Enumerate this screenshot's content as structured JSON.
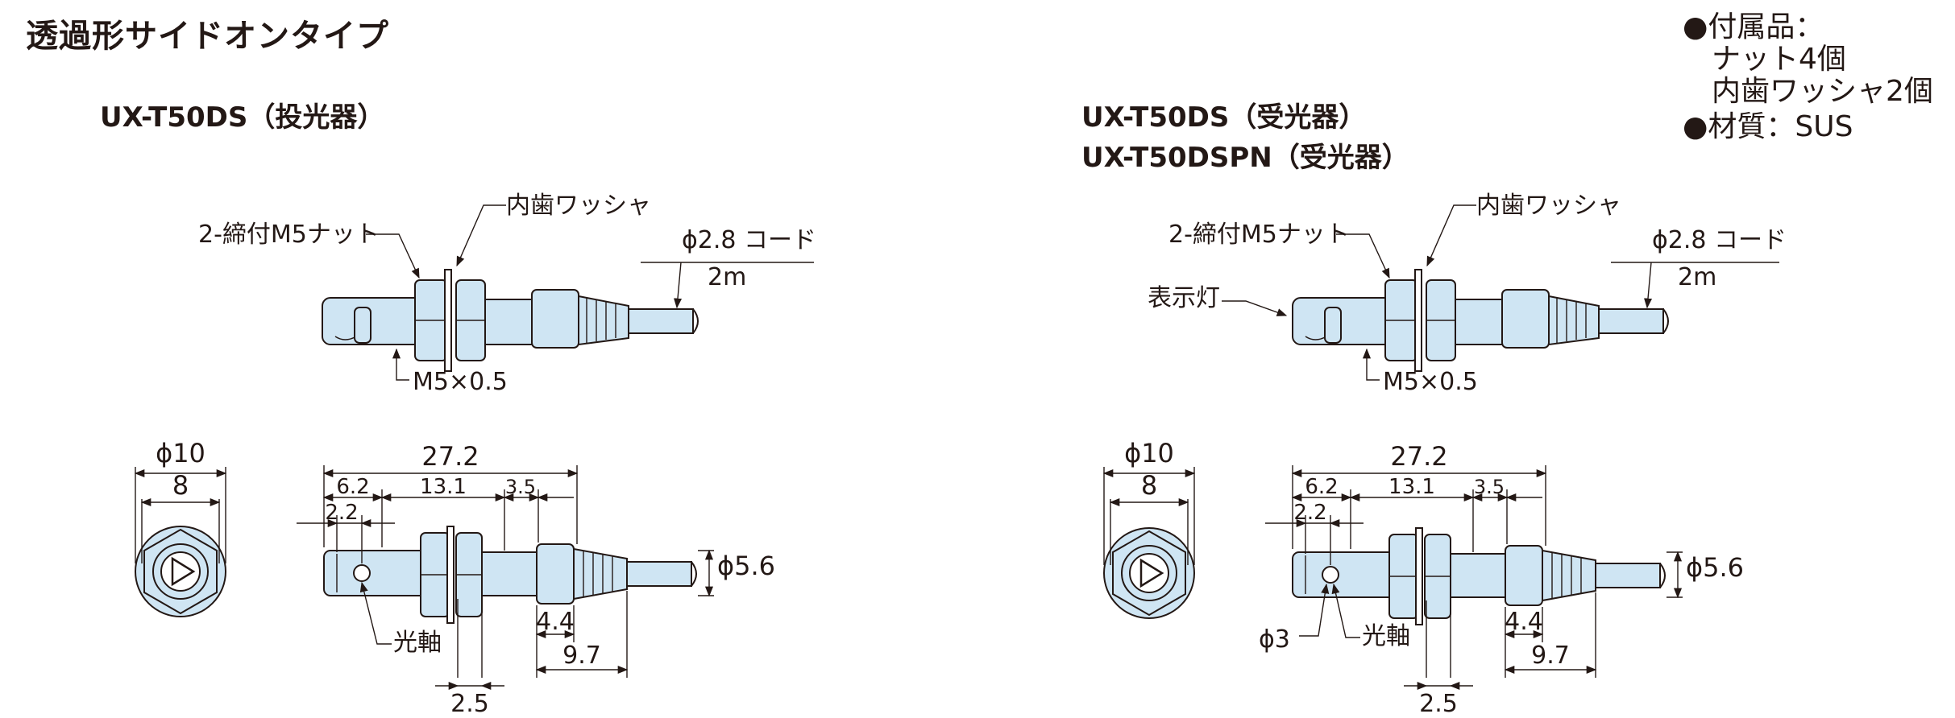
{
  "title": "透過形サイドオンタイプ",
  "accessories": {
    "line1": "●付属品：",
    "line2": "ナット4個",
    "line3": "内歯ワッシャ2個",
    "line4": "●材質：SUS"
  },
  "left": {
    "heading": "UX-T50DS（投光器）",
    "labels": {
      "nut": "2-締付M5ナット",
      "washer": "内歯ワッシャ",
      "cord": "ϕ2.8 コード",
      "cord_len": "2m",
      "thread": "M5×0.5",
      "phi10": "ϕ10",
      "d8": "8",
      "d27_2": "27.2",
      "d6_2": "6.2",
      "d13_1": "13.1",
      "d3_5": "3.5",
      "d2_2": "2.2",
      "phi5_6": "ϕ5.6",
      "axis": "光軸",
      "d4_4": "4.4",
      "d9_7": "9.7",
      "d2_5": "2.5"
    }
  },
  "right": {
    "heading1": "UX-T50DS（受光器）",
    "heading2": "UX-T50DSPN（受光器）",
    "labels": {
      "nut": "2-締付M5ナット",
      "washer": "内歯ワッシャ",
      "indicator": "表示灯",
      "cord": "ϕ2.8 コード",
      "cord_len": "2m",
      "thread": "M5×0.5",
      "phi10": "ϕ10",
      "d8": "8",
      "d27_2": "27.2",
      "d6_2": "6.2",
      "d13_1": "13.1",
      "d3_5": "3.5",
      "d2_2": "2.2",
      "phi5_6": "ϕ5.6",
      "phi3": "ϕ3",
      "axis": "光軸",
      "d4_4": "4.4",
      "d9_7": "9.7",
      "d2_5": "2.5"
    }
  }
}
